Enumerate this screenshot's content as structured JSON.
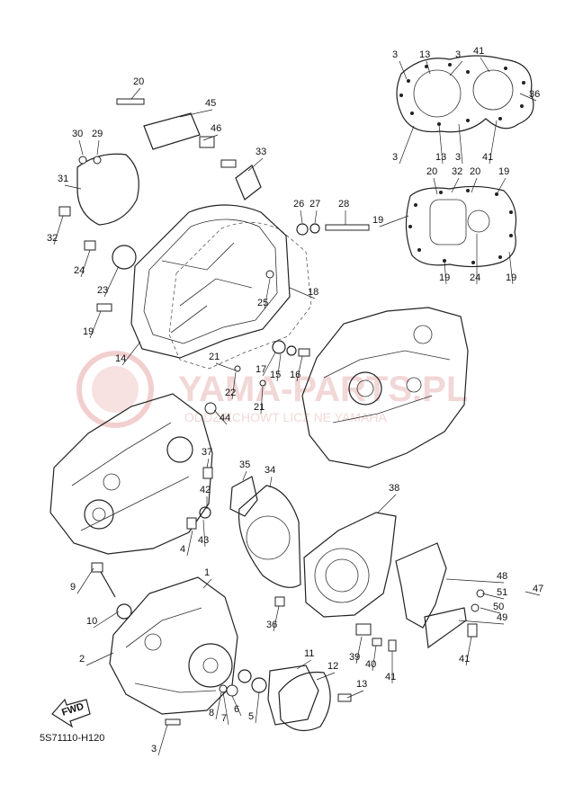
{
  "diagram_code": "5S71110-H120",
  "fwd_label": "FWD",
  "watermark": {
    "brand": "YAMA-PARTS.PL",
    "tagline": "ODDZIECHOWT LICZ NE YAMAHA"
  },
  "callouts": [
    "1",
    "2",
    "3",
    "4",
    "5",
    "6",
    "7",
    "8",
    "9",
    "10",
    "11",
    "12",
    "13",
    "14",
    "15",
    "16",
    "17",
    "18",
    "19",
    "20",
    "21",
    "22",
    "23",
    "24",
    "25",
    "26",
    "27",
    "28",
    "29",
    "30",
    "31",
    "32",
    "33",
    "34",
    "35",
    "36",
    "37",
    "38",
    "39",
    "40",
    "41",
    "42",
    "43",
    "44",
    "45",
    "46",
    "47",
    "48",
    "49",
    "50",
    "51"
  ]
}
